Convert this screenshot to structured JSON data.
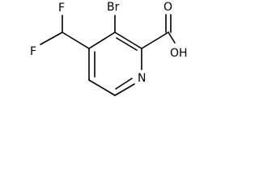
{
  "molecule": {
    "atoms": {
      "bromine": "Br",
      "fluorine_top": "F",
      "fluorine_bottom": "F",
      "hydroxyl": "OH",
      "carbonyl_oxygen": "O",
      "ring_nitrogen": "N"
    }
  },
  "colors": {
    "bond": "#000000",
    "label": "#000000",
    "background": "#ffffff"
  }
}
